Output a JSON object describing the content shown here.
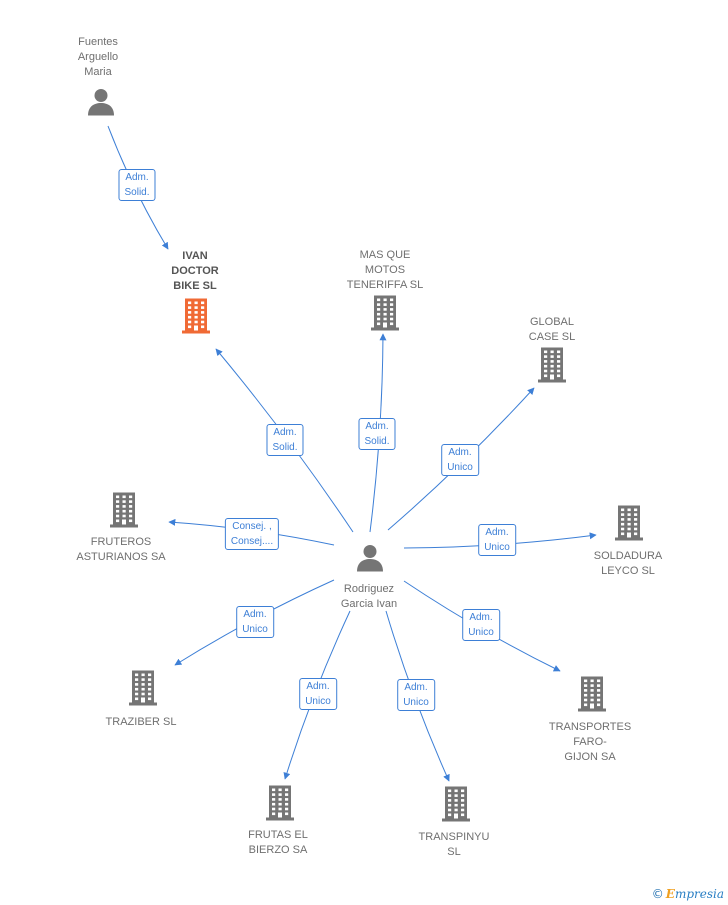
{
  "colors": {
    "edge": "#3d7fd6",
    "icon": "#757575",
    "focus": "#f06a35"
  },
  "nodes": [
    {
      "id": "fuentes",
      "label": "Fuentes\nArguello\nMaria",
      "kind": "person-icon"
    },
    {
      "id": "ivan",
      "label": "IVAN\nDOCTOR\nBIKE  SL",
      "kind": "building-icon",
      "focus": true
    },
    {
      "id": "masque",
      "label": "MAS QUE\nMOTOS\nTENERIFFA  SL",
      "kind": "building-icon"
    },
    {
      "id": "global",
      "label": "GLOBAL\nCASE SL",
      "kind": "building-icon"
    },
    {
      "id": "fruteros",
      "label": "FRUTEROS\nASTURIANOS SA",
      "kind": "building-icon"
    },
    {
      "id": "soldadura",
      "label": "SOLDADURA\nLEYCO SL",
      "kind": "building-icon"
    },
    {
      "id": "rodriguez",
      "label": "Rodriguez\nGarcia Ivan",
      "kind": "person-icon"
    },
    {
      "id": "traziber",
      "label": "TRAZIBER SL",
      "kind": "building-icon"
    },
    {
      "id": "transportes",
      "label": "TRANSPORTES\nFARO-\nGIJON SA",
      "kind": "building-icon"
    },
    {
      "id": "frutas",
      "label": "FRUTAS EL\nBIERZO SA",
      "kind": "building-icon"
    },
    {
      "id": "transpinyu",
      "label": "TRANSPINYU\nSL",
      "kind": "building-icon"
    }
  ],
  "edges": [
    {
      "from": "fuentes",
      "to": "ivan",
      "label": "Adm.\nSolid."
    },
    {
      "from": "rodriguez",
      "to": "ivan",
      "label": "Adm.\nSolid."
    },
    {
      "from": "rodriguez",
      "to": "masque",
      "label": "Adm.\nSolid."
    },
    {
      "from": "rodriguez",
      "to": "global",
      "label": "Adm.\nUnico"
    },
    {
      "from": "rodriguez",
      "to": "fruteros",
      "label": "Consej. ,\nConsej...."
    },
    {
      "from": "rodriguez",
      "to": "soldadura",
      "label": "Adm.\nUnico"
    },
    {
      "from": "rodriguez",
      "to": "traziber",
      "label": "Adm.\nUnico"
    },
    {
      "from": "rodriguez",
      "to": "transportes",
      "label": "Adm.\nUnico"
    },
    {
      "from": "rodriguez",
      "to": "frutas",
      "label": "Adm.\nUnico"
    },
    {
      "from": "rodriguez",
      "to": "transpinyu",
      "label": "Adm.\nUnico"
    }
  ],
  "brand": {
    "symbol": "©",
    "initial": "E",
    "rest": "mpresia"
  }
}
